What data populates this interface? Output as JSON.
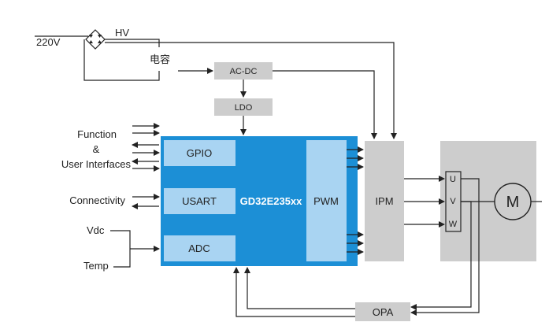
{
  "labels": {
    "ac_input": "220V",
    "hv": "HV",
    "capacitor": "电容",
    "function": "Function",
    "amp": "&",
    "user_interfaces": "User Interfaces",
    "connectivity": "Connectivity",
    "vdc": "Vdc",
    "temp": "Temp"
  },
  "blocks": {
    "acdc": "AC-DC",
    "ldo": "LDO",
    "mcu": "GD32E235xx",
    "gpio": "GPIO",
    "usart": "USART",
    "adc": "ADC",
    "pwm": "PWM",
    "ipm": "IPM",
    "opa": "OPA",
    "phase_u": "U",
    "phase_v": "V",
    "phase_w": "W",
    "motor": "M"
  },
  "colors": {
    "mcu_blue": "#1c8fd6",
    "peripheral_blue": "#a9d4f2",
    "gray_block": "#cdcdcd",
    "line": "#222222"
  }
}
